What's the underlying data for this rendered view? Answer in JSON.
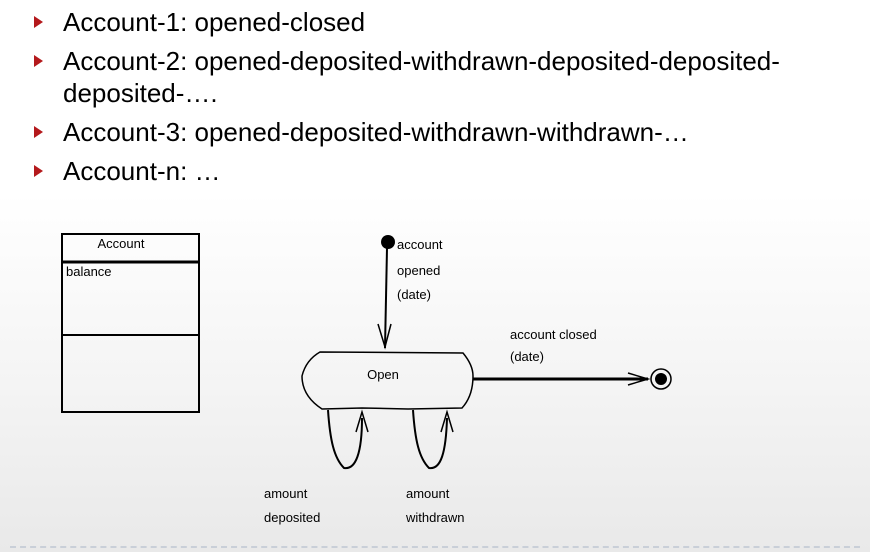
{
  "bullets": [
    "Account-1: opened-closed",
    "Account-2: opened-deposited-withdrawn-deposited-deposited-deposited-….",
    "Account-3: opened-deposited-withdrawn-withdrawn-…",
    "Account-n: …"
  ],
  "class_box": {
    "name": "Account",
    "attribute": "balance"
  },
  "state": {
    "name": "Open"
  },
  "transitions": {
    "opened": [
      "account",
      "opened",
      "(date)"
    ],
    "closed": [
      "account closed",
      "(date)"
    ],
    "deposited": [
      "amount",
      "deposited"
    ],
    "withdrawn": [
      "amount",
      "withdrawn"
    ]
  },
  "colors": {
    "bullet_marker": "#b4191c"
  }
}
